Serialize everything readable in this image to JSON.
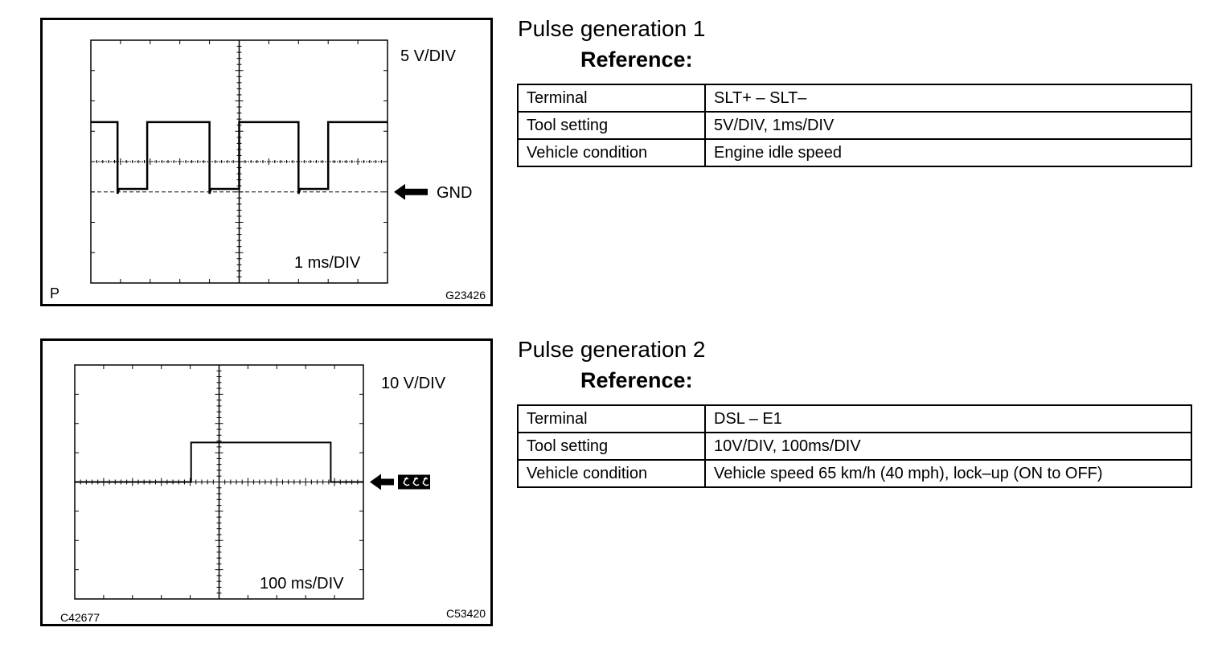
{
  "sections": [
    {
      "title": "Pulse generation 1",
      "reference_label": "Reference:",
      "table": [
        {
          "key": "Terminal",
          "value": "SLT+ – SLT–"
        },
        {
          "key": "Tool setting",
          "value": "5V/DIV, 1ms/DIV"
        },
        {
          "key": "Vehicle condition",
          "value": "Engine idle speed"
        }
      ],
      "figure": {
        "volts_per_div": "5 V/DIV",
        "time_per_div": "1 ms/DIV",
        "ground_label": "GND",
        "corner_label": "P",
        "figure_id": "G23426"
      }
    },
    {
      "title": "Pulse generation 2",
      "reference_label": "Reference:",
      "table": [
        {
          "key": "Terminal",
          "value": "DSL – E1"
        },
        {
          "key": "Tool setting",
          "value": "10V/DIV, 100ms/DIV"
        },
        {
          "key": "Vehicle condition",
          "value": "Vehicle speed 65 km/h (40 mph), lock–up (ON to OFF)"
        }
      ],
      "figure": {
        "volts_per_div": "10 V/DIV",
        "time_per_div": "100 ms/DIV",
        "ground_label": "ground-symbol-icon",
        "left_id": "C42677",
        "figure_id": "C53420"
      }
    }
  ],
  "chart_data": [
    {
      "type": "line",
      "title": "Pulse generation 1 (SLT+ – SLT–)",
      "xlabel": "1 ms/DIV",
      "ylabel": "5 V/DIV",
      "x_divisions": 10,
      "y_divisions": 8,
      "ground_division_from_top": 5,
      "units": {
        "x": "ms",
        "y": "V"
      },
      "xlim": [
        0,
        10
      ],
      "ylim": [
        -15,
        25
      ],
      "grid": true,
      "series": [
        {
          "name": "SLT signal",
          "x": [
            0,
            0.9,
            0.9,
            0.95,
            1.9,
            1.9,
            4.0,
            4.0,
            4.05,
            5.0,
            5.0,
            7.0,
            7.0,
            7.05,
            8.0,
            8.0,
            10.0
          ],
          "y": [
            11.5,
            11.5,
            -0.3,
            0.5,
            0.5,
            11.5,
            11.5,
            -0.3,
            0.5,
            0.5,
            11.5,
            11.5,
            -0.3,
            0.5,
            0.5,
            11.5,
            11.5
          ]
        }
      ],
      "annotations": [
        "5 V/DIV",
        "1 ms/DIV",
        "GND"
      ]
    },
    {
      "type": "line",
      "title": "Pulse generation 2 (DSL – E1)",
      "xlabel": "100 ms/DIV",
      "ylabel": "10 V/DIV",
      "x_divisions": 10,
      "y_divisions": 8,
      "ground_division_from_top": 4,
      "units": {
        "x": "ms",
        "y": "V"
      },
      "xlim": [
        0,
        1000
      ],
      "ylim": [
        -40,
        40
      ],
      "grid": false,
      "series": [
        {
          "name": "DSL signal",
          "x": [
            0,
            403,
            403,
            887,
            887,
            1000
          ],
          "y": [
            0,
            0,
            13.5,
            13.5,
            0,
            0
          ]
        }
      ],
      "annotations": [
        "10 V/DIV",
        "100 ms/DIV"
      ]
    }
  ]
}
